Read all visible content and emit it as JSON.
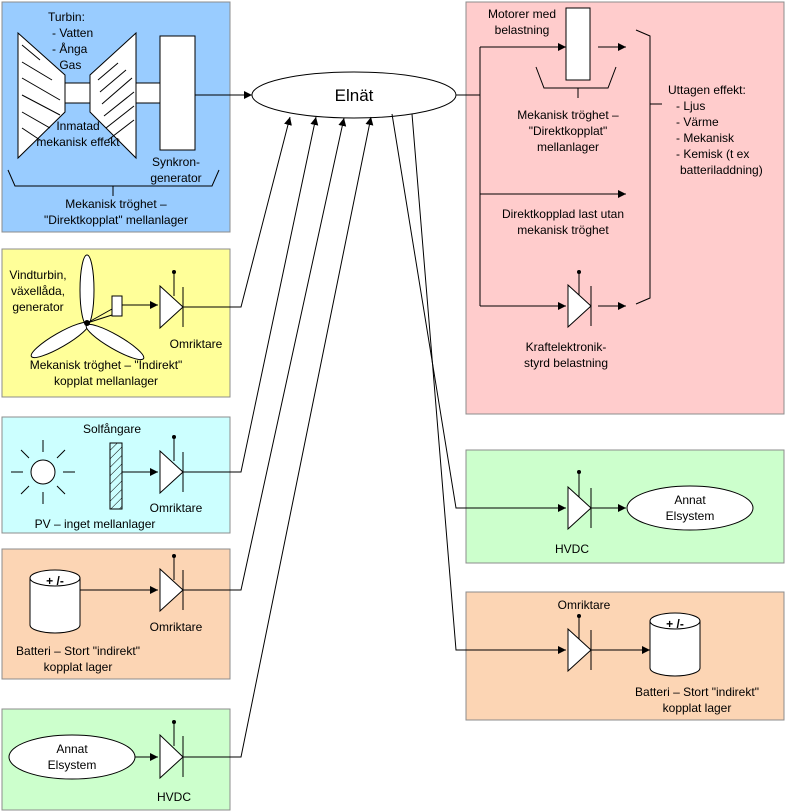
{
  "colors": {
    "blue": "#99ccff",
    "yellow": "#ffff99",
    "cyan": "#ccffff",
    "orange": "#fcd5b4",
    "green": "#ccffcc",
    "pink": "#ffcccc"
  },
  "grid": {
    "label": "Elnät"
  },
  "blocks": {
    "turbine": {
      "title": "Turbin:",
      "items": [
        "- Vatten",
        "- Ånga",
        "- Gas"
      ],
      "input_line1": "Inmatad",
      "input_line2": "mekanisk effekt",
      "generator_line1": "Synkron-",
      "generator_line2": "generator",
      "caption_line1": "Mekanisk tröghet –",
      "caption_line2": "\"Direktkopplat\" mellanlager"
    },
    "wind": {
      "label_line1": "Vindturbin,",
      "label_line2": "växellåda,",
      "label_line3": "generator",
      "converter": "Omriktare",
      "caption_line1": "Mekanisk tröghet – \"Indirekt\"",
      "caption_line2": "kopplat mellanlager"
    },
    "pv": {
      "collector": "Solfångare",
      "converter": "Omriktare",
      "caption": "PV – inget mellanlager"
    },
    "battery_left": {
      "symbol": "+ /-",
      "converter": "Omriktare",
      "caption_line1": "Batteri – Stort \"indirekt\"",
      "caption_line2": "kopplat lager"
    },
    "hvdc_left": {
      "system_line1": "Annat",
      "system_line2": "Elsystem",
      "label": "HVDC"
    },
    "loads": {
      "motor_line1": "Motorer med",
      "motor_line2": "belastning",
      "inertia_line1": "Mekanisk tröghet –",
      "inertia_line2": "\"Direktkopplat\"",
      "inertia_line3": "mellanlager",
      "direct_line1": "Direktkopplad last utan",
      "direct_line2": "mekanisk tröghet",
      "power_line1": "Kraftelektronik-",
      "power_line2": "styrd belastning",
      "output_title": "Uttagen effekt:",
      "outputs": [
        "- Ljus",
        "- Värme",
        "- Mekanisk",
        "- Kemisk (t ex",
        "batteriladdning)"
      ]
    },
    "hvdc_right": {
      "system_line1": "Annat",
      "system_line2": "Elsystem",
      "label": "HVDC"
    },
    "battery_right": {
      "converter": "Omriktare",
      "symbol": "+ /-",
      "caption_line1": "Batteri – Stort \"indirekt\"",
      "caption_line2": "kopplat lager"
    }
  }
}
